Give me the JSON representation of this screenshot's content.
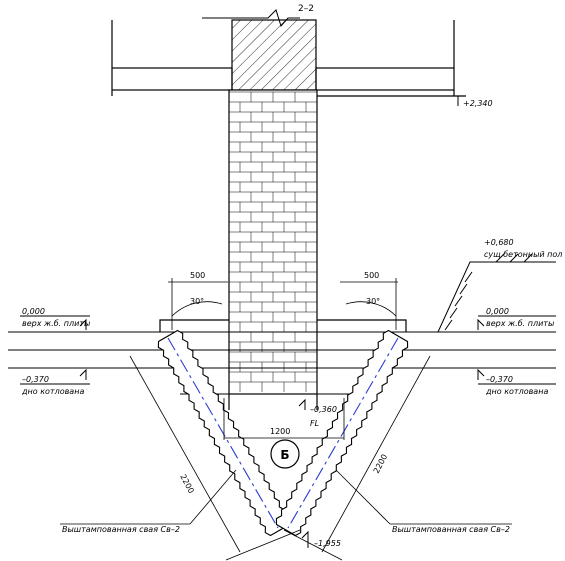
{
  "section": {
    "title": "2–2"
  },
  "levels": {
    "top": "+2,340",
    "floor_level": "+0,680",
    "floor_note": "сущ.бетонный пол",
    "slab_left": "0,000",
    "slab_left_note": "верх ж.б. плиты",
    "slab_right": "0,000",
    "slab_right_note": "верх ж.б. плиты",
    "pit_left": "–0,370",
    "pit_left_note": "дно котлована",
    "pit_right": "–0,370",
    "pit_right_note": "дно котлована",
    "foundation": "–0,360",
    "foundation_note": "FL",
    "pile_tip": "–1,955"
  },
  "dimensions": {
    "left_offset": "500",
    "right_offset": "500",
    "left_angle": "30°",
    "right_angle": "30°",
    "base_width": "1200",
    "left_pile_length": "2200",
    "right_pile_length": "2200"
  },
  "node": {
    "label": "Б"
  },
  "piles": {
    "left_label": "Выштампованная свая Св–2",
    "right_label": "Выштампованная свая Св–2"
  }
}
